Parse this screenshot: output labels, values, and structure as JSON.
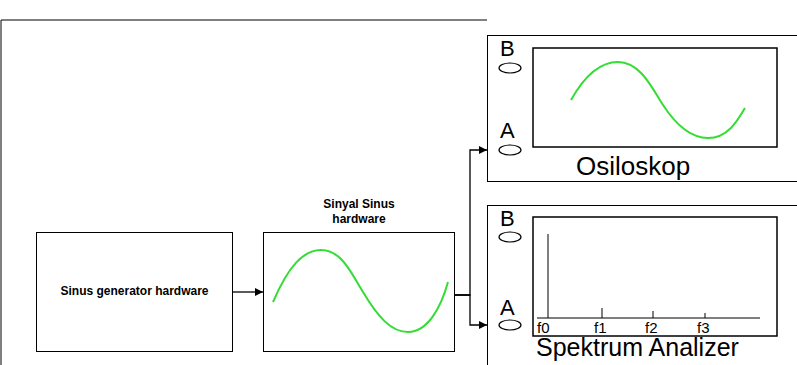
{
  "diagram": {
    "nodes": [
      {
        "text": [
          "Sinus generator hardware"
        ]
      },
      {
        "text": [
          "Sinyal Sinus hardware"
        ]
      },
      {
        "text": [
          "Osiloskop"
        ]
      },
      {
        "text": [
          "Spektrum Analizer"
        ]
      }
    ],
    "edges": [
      {
        "from": 0,
        "to": 1,
        "arrow": "to"
      },
      {
        "from": 1,
        "to": 2,
        "arrow": "to"
      },
      {
        "from": 1,
        "to": 3,
        "arrow": "to"
      }
    ],
    "labels": [
      "B",
      "A",
      "B",
      "A",
      "f0",
      "f1",
      "f2",
      "f3"
    ]
  }
}
